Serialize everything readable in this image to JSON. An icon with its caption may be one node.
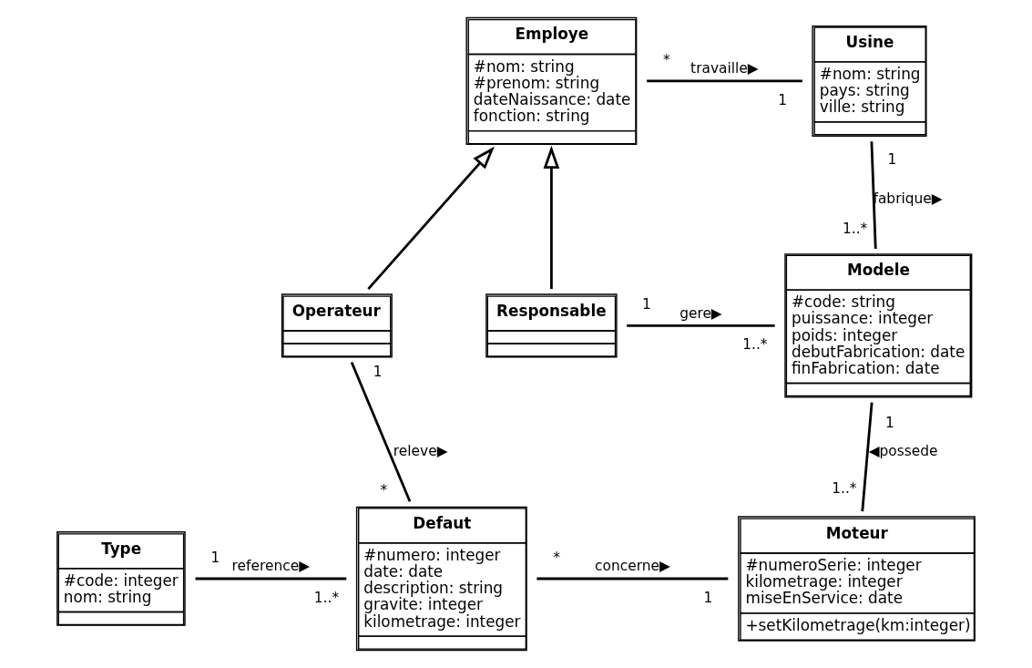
{
  "diagram": {
    "nodes": [
      {
        "text": [
          "Employe",
          "#nom: string",
          "#prenom: string",
          "dateNaissance: date",
          "fonction: string"
        ]
      },
      {
        "text": [
          "Usine",
          "#nom: string",
          "pays: string",
          "ville: string"
        ]
      },
      {
        "text": [
          "Modele",
          "#code: string",
          "puissance: integer",
          "poids: integer",
          "debutFabrication: date",
          "finFabrication: date"
        ]
      },
      {
        "text": [
          "Operateur"
        ]
      },
      {
        "text": [
          "Responsable"
        ]
      },
      {
        "text": [
          "Type",
          "#code: integer",
          "nom: string"
        ]
      },
      {
        "text": [
          "Defaut",
          "#numero: integer",
          "date: date",
          "description: string",
          "gravite: integer",
          "kilometrage: integer"
        ]
      },
      {
        "text": [
          "Moteur",
          "#numeroSerie: integer",
          "kilometrage: integer",
          "miseEnService: date",
          "+setKilometrage(km:integer)"
        ]
      }
    ],
    "edges": [
      {
        "from": 0,
        "to": 1,
        "arrow": "none",
        "label": "travaille▶"
      },
      {
        "from": 1,
        "to": 2,
        "arrow": "none",
        "label": "fabrique▶"
      },
      {
        "from": 3,
        "to": 0,
        "arrow": "to"
      },
      {
        "from": 4,
        "to": 0,
        "arrow": "to"
      },
      {
        "from": 4,
        "to": 2,
        "arrow": "none",
        "label": "gere▶"
      },
      {
        "from": 3,
        "to": 6,
        "arrow": "none",
        "label": "releve▶"
      },
      {
        "from": 2,
        "to": 7,
        "arrow": "none",
        "label": "◀possede"
      },
      {
        "from": 5,
        "to": 6,
        "arrow": "none",
        "label": "reference▶"
      },
      {
        "from": 6,
        "to": 7,
        "arrow": "none",
        "label": "concerne▶"
      }
    ],
    "labels": [
      "*",
      "1",
      "1",
      "1..*",
      "1..*",
      "1",
      "1",
      "1",
      "1..*",
      "*",
      "1",
      "1..*",
      "*",
      "1"
    ]
  }
}
